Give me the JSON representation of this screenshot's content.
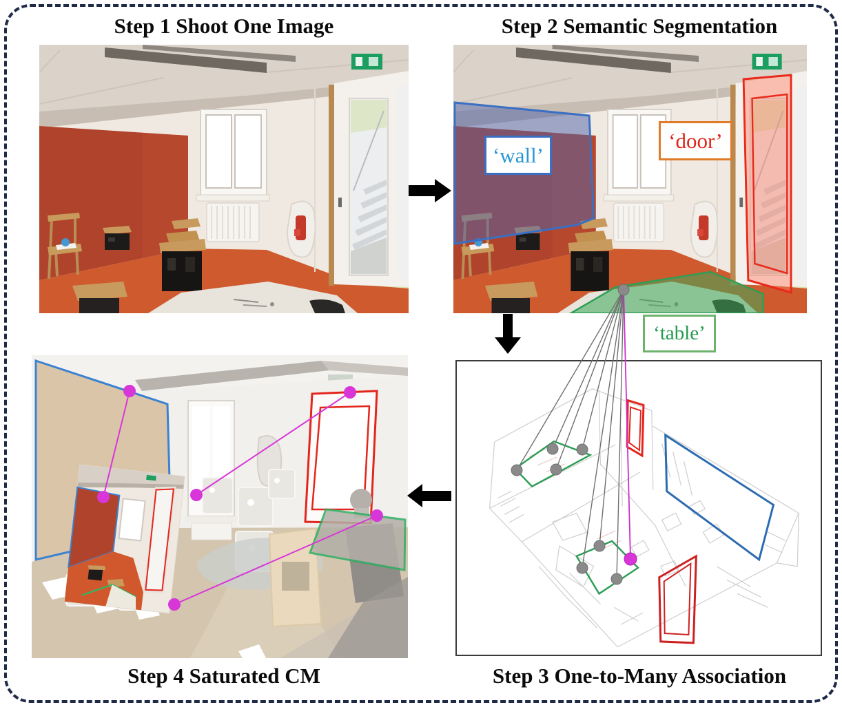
{
  "figure": {
    "steps": [
      {
        "id": 1,
        "title": "Step 1 Shoot One Image"
      },
      {
        "id": 2,
        "title": "Step 2 Semantic Segmentation"
      },
      {
        "id": 3,
        "title": "Step 3 One-to-Many Association"
      },
      {
        "id": 4,
        "title": "Step 4 Saturated CM"
      }
    ],
    "segment_labels": {
      "wall": "‘wall’",
      "door": "‘door’",
      "table": "‘table’"
    },
    "colors": {
      "wall_outline": "#3a6fc4",
      "wall_label_text": "#2996d4",
      "door_label_border": "#e07b28",
      "door_label_text": "#e02418",
      "door_segment_outline": "#e8291c",
      "table_segment_outline": "#2e9e57",
      "table_label_border": "#6db36b",
      "association_line_gray": "#6f6f6f",
      "association_dot_gray": "#8a8a8a",
      "correspondence_magenta": "#d836d8",
      "arrow_black": "#000000",
      "frame_border_navy": "#1e2a47",
      "photo_red_wall": "#b0432b",
      "photo_orange_floor": "#cf5a2e"
    },
    "icons": [
      "arrow-right-icon",
      "arrow-down-icon",
      "arrow-left-icon"
    ]
  }
}
